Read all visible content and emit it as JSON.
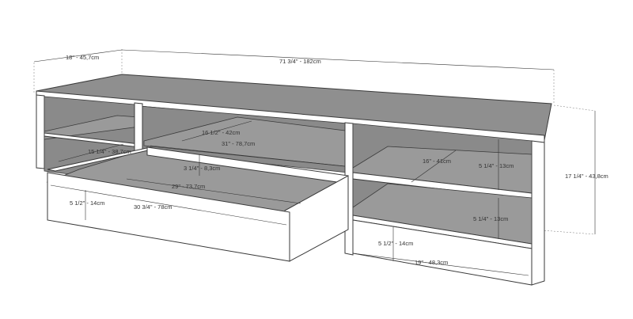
{
  "dimensions": {
    "depth": "18\" - 45,7cm",
    "width": "71 3/4\" - 182cm",
    "height": "17 1/4\" - 43,8cm",
    "inner_shelf_depth": "16 1/2\" - 42cm",
    "inner_shelf_width": "31\" - 78,7cm",
    "left_shelf_depth": "15 1/4\" - 38,7cm",
    "drawer_clearance": "3 1/4\" - 8,3cm",
    "drawer_inner_width": "29\" - 73,7cm",
    "drawer_height": "5 1/2\" - 14cm",
    "drawer_width": "30 3/4\" - 78cm",
    "right_shelf_depth": "16\" - 41cm",
    "right_upper_height": "5 1/4\" - 13cm",
    "right_lower_height": "5 1/4\" - 13cm",
    "right_bottom_height": "5 1/2\" - 14cm",
    "right_width": "19\" - 48,3cm"
  }
}
